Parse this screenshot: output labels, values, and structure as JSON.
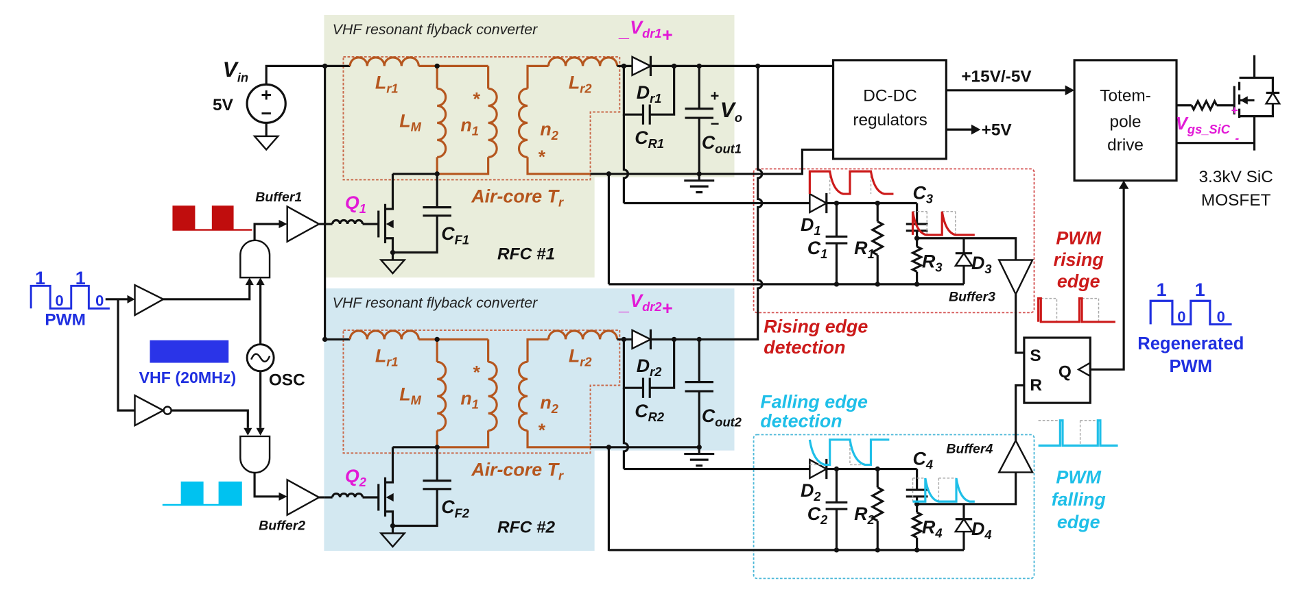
{
  "colors": {
    "wire": "#111111",
    "transformer": "#b5561e",
    "label_accent": "#e21ad6",
    "pwm_blue": "#1f2fe0",
    "vhf_block": "#2a34e8",
    "gate1_pulses": "#c00d0d",
    "gate2_pulses": "#00c2f0"
  },
  "source": {
    "base": "V",
    "sub": "in",
    "value": "5V",
    "plus": "+",
    "minus": "−"
  },
  "converters": [
    {
      "title": "VHF resonant flyback converter",
      "bg_color": "#e9eddb",
      "Lr1": {
        "base": "L",
        "sub": "r1"
      },
      "LM": {
        "base": "L",
        "sub": "M"
      },
      "n1": {
        "base": "n",
        "sub": "1"
      },
      "n2": {
        "base": "n",
        "sub": "2"
      },
      "Lr2": {
        "base": "L",
        "sub": "r2"
      },
      "star": "*",
      "air_core": {
        "base": "Air-core T",
        "sub": "r"
      },
      "CF": {
        "base": "C",
        "sub": "F1"
      },
      "Q": {
        "base": "Q",
        "sub": "1"
      },
      "rfc": "RFC #1",
      "vdr": {
        "minus": "_",
        "base": "V",
        "sub": "dr1",
        "plus": "+"
      },
      "Dr": {
        "base": "D",
        "sub": "r1"
      },
      "CR": {
        "base": "C",
        "sub": "R1"
      },
      "Cout": {
        "base": "C",
        "sub": "out1"
      },
      "buffer": "Buffer1"
    },
    {
      "title": "VHF resonant flyback converter",
      "bg_color": "#d3e8f1",
      "Lr1": {
        "base": "L",
        "sub": "r1"
      },
      "LM": {
        "base": "L",
        "sub": "M"
      },
      "n1": {
        "base": "n",
        "sub": "1"
      },
      "n2": {
        "base": "n",
        "sub": "2"
      },
      "Lr2": {
        "base": "L",
        "sub": "r2"
      },
      "star": "*",
      "air_core": {
        "base": "Air-core T",
        "sub": "r"
      },
      "CF": {
        "base": "C",
        "sub": "F2"
      },
      "Q": {
        "base": "Q",
        "sub": "2"
      },
      "rfc": "RFC #2",
      "vdr": {
        "minus": "_",
        "base": "V",
        "sub": "dr2",
        "plus": "+"
      },
      "Dr": {
        "base": "D",
        "sub": "r2"
      },
      "CR": {
        "base": "C",
        "sub": "R2"
      },
      "Cout": {
        "base": "C",
        "sub": "out2"
      },
      "buffer": "Buffer2"
    }
  ],
  "vo": {
    "base": "V",
    "sub": "o",
    "plus": "+",
    "minus": "−"
  },
  "detectors": [
    {
      "title_line1": "Rising edge",
      "title_line2": "detection",
      "color": "#cc1a1a",
      "box_color": "#d45050",
      "D": {
        "base": "D",
        "sub": "1"
      },
      "C": {
        "base": "C",
        "sub": "1"
      },
      "R": {
        "base": "R",
        "sub": "1"
      },
      "Cc": {
        "base": "C",
        "sub": "3"
      },
      "Rr": {
        "base": "R",
        "sub": "3"
      },
      "Dd": {
        "base": "D",
        "sub": "3"
      },
      "buffer": "Buffer3",
      "output_label": [
        "PWM",
        "rising",
        "edge"
      ]
    },
    {
      "title_line1": "Falling edge",
      "title_line2": "detection",
      "color": "#1fbfe8",
      "box_color": "#4cb8d8",
      "D": {
        "base": "D",
        "sub": "2"
      },
      "C": {
        "base": "C",
        "sub": "2"
      },
      "R": {
        "base": "R",
        "sub": "2"
      },
      "Cc": {
        "base": "C",
        "sub": "4"
      },
      "Rr": {
        "base": "R",
        "sub": "4"
      },
      "Dd": {
        "base": "D",
        "sub": "4"
      },
      "buffer": "Buffer4",
      "output_label": [
        "PWM",
        "falling",
        "edge"
      ]
    }
  ],
  "dcdc": {
    "line1": "DC-DC",
    "line2": "regulators"
  },
  "supplies": {
    "gate": "+15V/-5V",
    "logic": "+5V"
  },
  "totem": {
    "line1": "Totem-",
    "line2": "pole",
    "line3": "drive"
  },
  "mosfet": {
    "vgs_base": "V",
    "vgs_sub": "gs_SiC",
    "plus": "+",
    "minus": "-",
    "line1": "3.3kV SiC",
    "line2": "MOSFET"
  },
  "latch": {
    "S": "S",
    "R": "R",
    "Q": "Q"
  },
  "input": {
    "bits": [
      "1",
      "0",
      "1",
      "0"
    ],
    "label": "PWM"
  },
  "osc": {
    "label": "OSC",
    "vhf_label": "VHF (20MHz)"
  },
  "output": {
    "bits": [
      "1",
      "0",
      "1",
      "0"
    ],
    "line1": "Regenerated",
    "line2": "PWM"
  }
}
